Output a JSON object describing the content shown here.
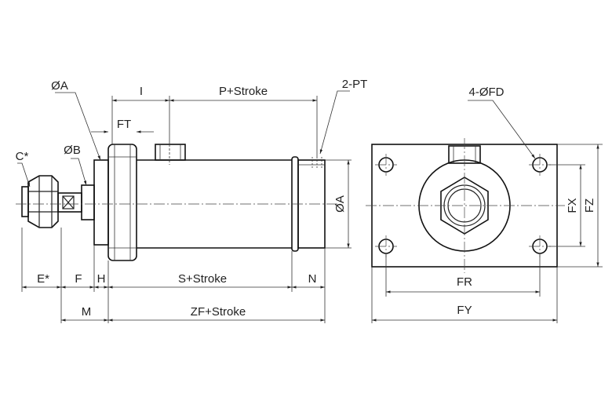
{
  "labels": {
    "oa_top": "ØA",
    "i": "I",
    "p_stroke": "P+Stroke",
    "two_pt": "2-PT",
    "ft": "FT",
    "ob": "ØB",
    "c_star": "C*",
    "oa_side": "ØA",
    "e_star": "E*",
    "f": "F",
    "h": "H",
    "s_stroke": "S+Stroke",
    "n": "N",
    "m": "M",
    "zf_stroke": "ZF+Stroke",
    "four_ofd": "4-ØFD",
    "fx": "FX",
    "fz": "FZ",
    "fr": "FR",
    "fy": "FY"
  },
  "colors": {
    "line": "#222222",
    "background": "#ffffff"
  }
}
